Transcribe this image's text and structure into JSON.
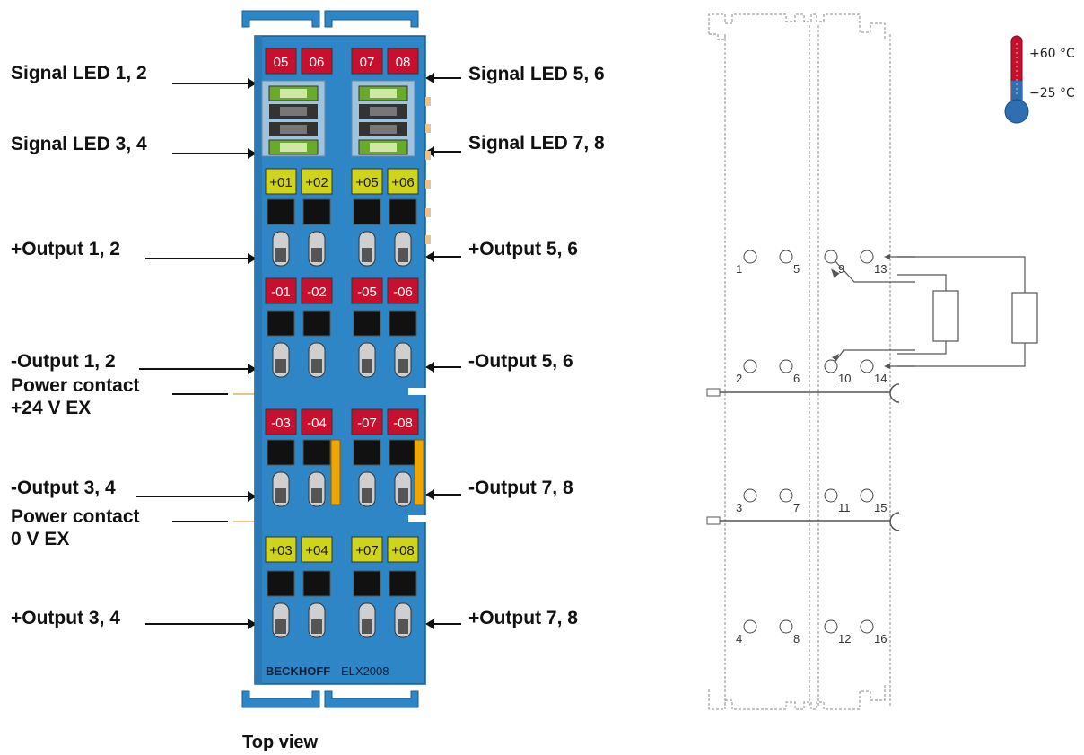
{
  "left_labels": [
    {
      "text": "Signal LED 1, 2"
    },
    {
      "text": "Signal LED 3, 4"
    },
    {
      "text": "+Output 1, 2"
    },
    {
      "text": "-Output 1, 2"
    },
    {
      "text": "Power contact"
    },
    {
      "text": "+24 V EX"
    },
    {
      "text": "-Output 3, 4"
    },
    {
      "text": "Power contact"
    },
    {
      "text": "0 V EX"
    },
    {
      "text": "+Output 3, 4"
    }
  ],
  "right_labels": [
    {
      "text": "Signal LED 5, 6"
    },
    {
      "text": "Signal LED 7, 8"
    },
    {
      "text": "+Output 5, 6"
    },
    {
      "text": "-Output 5, 6"
    },
    {
      "text": "-Output 7, 8"
    },
    {
      "text": "+Output 7, 8"
    }
  ],
  "caption": "Top view",
  "terminal": {
    "brand": "BECKHOFF",
    "model": "ELX2008",
    "led_top": [
      "05",
      "06",
      "07",
      "08"
    ],
    "plus_row1": [
      "+01",
      "+02",
      "+05",
      "+06"
    ],
    "minus_row1": [
      "-01",
      "-02",
      "-05",
      "-06"
    ],
    "minus_row2": [
      "-03",
      "-04",
      "-07",
      "-08"
    ],
    "plus_row2": [
      "+03",
      "+04",
      "+07",
      "+08"
    ],
    "small_numbers": [
      "1",
      "5",
      "9",
      "13",
      "2",
      "6",
      "10",
      "14",
      "3",
      "7",
      "11",
      "15",
      "4",
      "8",
      "12",
      "16"
    ]
  },
  "wiring": {
    "contacts_row1": [
      "1",
      "5",
      "9",
      "13"
    ],
    "contacts_row2": [
      "2",
      "6",
      "10",
      "14"
    ],
    "contacts_row3": [
      "3",
      "7",
      "11",
      "15"
    ],
    "contacts_row4": [
      "4",
      "8",
      "12",
      "16"
    ]
  },
  "temperature": {
    "max": "+60 °C",
    "min": "−25 °C"
  },
  "colors": {
    "housing_blue": "#2f86c6",
    "led_red": "#c8102e",
    "label_yellow": "#cfd31a",
    "power_orange": "#f0a500"
  }
}
